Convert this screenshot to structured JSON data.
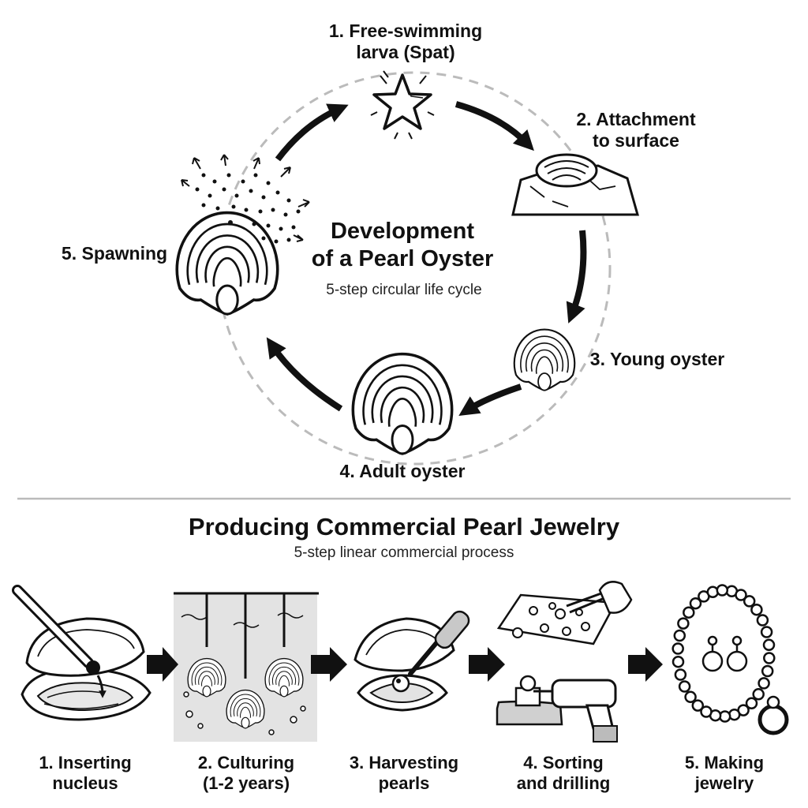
{
  "cycle": {
    "title_line1": "Development",
    "title_line2": "of a Pearl Oyster",
    "subtitle": "5-step circular life cycle",
    "steps": [
      {
        "line1": "1. Free-swimming",
        "line2": "larva (Spat)"
      },
      {
        "line1": "2. Attachment",
        "line2": "to surface"
      },
      {
        "line1": "3. Young oyster"
      },
      {
        "line1": "4. Adult oyster"
      },
      {
        "line1": "5. Spawning"
      }
    ]
  },
  "process": {
    "title": "Producing Commercial Pearl Jewelry",
    "subtitle": "5-step linear commercial process",
    "steps": [
      {
        "line1": "1. Inserting",
        "line2": "nucleus"
      },
      {
        "line1": "2. Culturing",
        "line2": "(1-2 years)"
      },
      {
        "line1": "3. Harvesting",
        "line2": "pearls"
      },
      {
        "line1": "4. Sorting",
        "line2": "and drilling"
      },
      {
        "line1": "5. Making",
        "line2": "jewelry"
      }
    ]
  },
  "colors": {
    "ink": "#111111",
    "dash": "#bbbbbb",
    "water": "#e3e3e3",
    "divider": "#bbbbbb"
  }
}
